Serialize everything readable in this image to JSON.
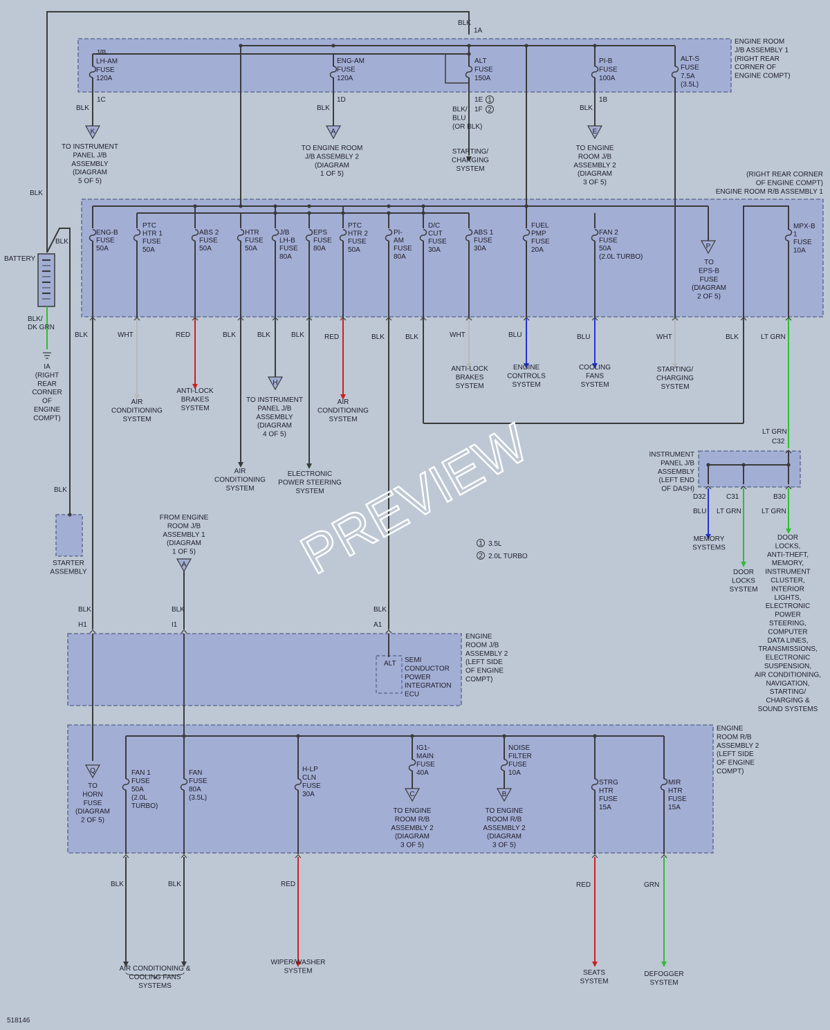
{
  "diagram_id": "518146",
  "watermark": "PREVIEW",
  "colors": {
    "background": "#bdc8d4",
    "box_fill": "#a3aed4",
    "wire_black": "#3a3a3a",
    "wire_red": "#cc2020",
    "wire_blue": "#2233cc",
    "wire_green": "#33bb33",
    "wire_gray": "#b8b8b8"
  },
  "legend": [
    {
      "num": "1",
      "text": "3.5L"
    },
    {
      "num": "2",
      "text": "2.0L TURBO"
    }
  ],
  "battery": {
    "label": "BATTERY",
    "top_wire": "BLK",
    "bottom_wire": [
      "BLK/",
      "DK GRN"
    ],
    "ground": [
      "IA",
      "(RIGHT",
      "REAR",
      "CORNER",
      "OF",
      "ENGINE",
      "COMPT)"
    ]
  },
  "starter": {
    "label": [
      "STARTER",
      "ASSEMBLY"
    ],
    "wire": "BLK"
  },
  "left_wire": "BLK",
  "jb1": {
    "title": [
      "ENGINE ROOM",
      "J/B ASSEMBLY 1",
      "(RIGHT REAR",
      "CORNER OF",
      "ENGINE COMPT)"
    ],
    "top_connector": "1A",
    "top_wire": "BLK",
    "fuses": [
      {
        "id": "jlh",
        "lines": [
          "J/B",
          "LH-AM",
          "FUSE",
          "120A"
        ]
      },
      {
        "id": "engam",
        "lines": [
          "ENG-AM",
          "FUSE",
          "120A"
        ]
      },
      {
        "id": "alt",
        "lines": [
          "ALT",
          "FUSE",
          "150A"
        ]
      },
      {
        "id": "pib",
        "lines": [
          "PI-B",
          "FUSE",
          "100A"
        ]
      },
      {
        "id": "alts",
        "lines": [
          "ALT-S",
          "FUSE",
          "7.5A",
          "(3.5L)"
        ]
      }
    ],
    "outputs": [
      {
        "connector": "1C",
        "wire": "BLK",
        "ref": "K",
        "dest": [
          "TO INSTRUMENT",
          "PANEL J/B",
          "ASSEMBLY",
          "(DIAGRAM",
          "5 OF 5)"
        ]
      },
      {
        "connector": "1D",
        "wire": "BLK",
        "ref": "A",
        "dest": [
          "TO ENGINE ROOM",
          "J/B ASSEMBLY 2",
          "(DIAGRAM",
          "1 OF 5)"
        ]
      },
      {
        "connector": "1E",
        "connector2": "1F",
        "wire": [
          "BLK/",
          "BLU",
          "(OR BLK)"
        ],
        "dest": [
          "STARTING/",
          "CHARGING",
          "SYSTEM"
        ]
      },
      {
        "connector": "1B",
        "wire": "BLK",
        "ref": "E",
        "dest": [
          "TO ENGINE",
          "ROOM J/B",
          "ASSEMBLY 2",
          "(DIAGRAM",
          "3 OF 5)"
        ]
      }
    ]
  },
  "rb1": {
    "title": [
      "(RIGHT REAR CORNER",
      "OF ENGINE COMPT)",
      "ENGINE ROOM R/B ASSEMBLY 1"
    ],
    "fuses": [
      {
        "id": "engb",
        "lines": [
          "ENG-B",
          "FUSE",
          "50A"
        ]
      },
      {
        "id": "ptc1",
        "lines": [
          "PTC",
          "HTR 1",
          "FUSE",
          "50A"
        ]
      },
      {
        "id": "abs2",
        "lines": [
          "ABS 2",
          "FUSE",
          "50A"
        ]
      },
      {
        "id": "htr",
        "lines": [
          "HTR",
          "FUSE",
          "50A"
        ]
      },
      {
        "id": "jlhb",
        "lines": [
          "J/B",
          "LH-B",
          "FUSE",
          "80A"
        ]
      },
      {
        "id": "eps",
        "lines": [
          "EPS",
          "FUSE",
          "80A"
        ]
      },
      {
        "id": "ptc2",
        "lines": [
          "PTC",
          "HTR 2",
          "FUSE",
          "50A"
        ]
      },
      {
        "id": "piam",
        "lines": [
          "PI-",
          "AM",
          "FUSE",
          "80A"
        ]
      },
      {
        "id": "dccut",
        "lines": [
          "D/C",
          "CUT",
          "FUSE",
          "30A"
        ]
      },
      {
        "id": "abs1",
        "lines": [
          "ABS 1",
          "FUSE",
          "30A"
        ]
      },
      {
        "id": "fuelpmp",
        "lines": [
          "FUEL",
          "PMP",
          "FUSE",
          "20A"
        ]
      },
      {
        "id": "fan2",
        "lines": [
          "FAN 2",
          "FUSE",
          "50A",
          "(2.0L TURBO)"
        ]
      },
      {
        "id": "mpxb1",
        "lines": [
          "MPX-B",
          "1",
          "FUSE",
          "10A"
        ]
      }
    ],
    "epsb_ref": {
      "ref": "P",
      "lines": [
        "TO",
        "EPS-B",
        "FUSE",
        "(DIAGRAM",
        "2 OF 5)"
      ]
    },
    "outputs": [
      {
        "wire": "BLK"
      },
      {
        "wire": "WHT",
        "dest": [
          "AIR",
          "CONDITIONING",
          "SYSTEM"
        ]
      },
      {
        "wire": "RED",
        "dest": [
          "ANTI-LOCK",
          "BRAKES",
          "SYSTEM"
        ]
      },
      {
        "wire": "BLK",
        "dest": [
          "AIR",
          "CONDITIONING",
          "SYSTEM"
        ]
      },
      {
        "wire": "BLK",
        "ref": "H",
        "dest": [
          "TO INSTRUMENT",
          "PANEL J/B",
          "ASSEMBLY",
          "(DIAGRAM",
          "4 OF 5)"
        ]
      },
      {
        "wire": "BLK",
        "dest": [
          "ELECTRONIC",
          "POWER STEERING",
          "SYSTEM"
        ]
      },
      {
        "wire": "RED",
        "dest": [
          "AIR",
          "CONDITIONING",
          "SYSTEM"
        ]
      },
      {
        "wire": "BLK"
      },
      {
        "wire": "BLK"
      },
      {
        "wire": "WHT",
        "dest": [
          "ANTI-LOCK",
          "BRAKES",
          "SYSTEM"
        ]
      },
      {
        "wire": "BLU",
        "dest": [
          "ENGINE",
          "CONTROLS",
          "SYSTEM"
        ]
      },
      {
        "wire": "BLU",
        "dest": [
          "COOLING",
          "FANS",
          "SYSTEM"
        ]
      },
      {
        "wire": "WHT",
        "dest": [
          "STARTING/",
          "CHARGING",
          "SYSTEM"
        ]
      },
      {
        "wire": "BLK"
      },
      {
        "wire": "LT GRN"
      }
    ]
  },
  "ipjb": {
    "title": [
      "INSTRUMENT",
      "PANEL J/B",
      "ASSEMBLY",
      "(LEFT END",
      "OF DASH)"
    ],
    "input": {
      "wire": "LT GRN",
      "connector": "C32"
    },
    "outputs": [
      {
        "connector": "D32",
        "wire": "BLU",
        "dest": [
          "MEMORY",
          "SYSTEMS"
        ]
      },
      {
        "connector": "C31",
        "wire": "LT GRN",
        "dest": [
          "DOOR",
          "LOCKS",
          "SYSTEM"
        ]
      },
      {
        "connector": "B30",
        "wire": "LT GRN",
        "dest": [
          "DOOR",
          "LOCKS,",
          "ANTI-THEFT,",
          "MEMORY,",
          "INSTRUMENT",
          "CLUSTER,",
          "INTERIOR",
          "LIGHTS,",
          "ELECTRONIC",
          "POWER",
          "STEERING,",
          "COMPUTER",
          "DATA LINES,",
          "TRANSMISSIONS,",
          "ELECTRONIC",
          "SUSPENSION,",
          "AIR CONDITIONING,",
          "NAVIGATION,",
          "STARTING/",
          "CHARGING &",
          "SOUND SYSTEMS"
        ]
      }
    ]
  },
  "from_jb1": {
    "ref": "A",
    "lines": [
      "FROM ENGINE",
      "ROOM J/B",
      "ASSEMBLY 1",
      "(DIAGRAM",
      "1 OF 5)"
    ]
  },
  "jb2": {
    "title": [
      "ENGINE",
      "ROOM J/B",
      "ASSEMBLY 2",
      "(LEFT SIDE",
      "OF ENGINE",
      "COMPT)"
    ],
    "inputs": [
      {
        "connector": "H1",
        "wire": "BLK"
      },
      {
        "connector": "I1",
        "wire": "BLK"
      },
      {
        "connector": "A1",
        "wire": "BLK"
      }
    ],
    "ecu_tag": "ALT",
    "ecu": [
      "SEMI",
      "CONDUCTOR",
      "POWER",
      "INTEGRATION",
      "ECU"
    ]
  },
  "rb2": {
    "title": [
      "ENGINE",
      "ROOM R/B",
      "ASSEMBLY 2",
      "(LEFT SIDE",
      "OF ENGINE",
      "COMPT)"
    ],
    "horn_ref": {
      "ref": "Q",
      "lines": [
        "TO",
        "HORN",
        "FUSE",
        "(DIAGRAM",
        "2 OF 5)"
      ]
    },
    "fuses": [
      {
        "id": "fan1",
        "lines": [
          "FAN 1",
          "FUSE",
          "50A",
          "(2.0L",
          "TURBO)"
        ]
      },
      {
        "id": "fan",
        "lines": [
          "FAN",
          "FUSE",
          "80A",
          "(3.5L)"
        ]
      },
      {
        "id": "hlp",
        "lines": [
          "H-LP",
          "CLN",
          "FUSE",
          "30A"
        ]
      },
      {
        "id": "ig1",
        "lines": [
          "IG1-",
          "MAIN",
          "FUSE",
          "40A"
        ]
      },
      {
        "id": "noise",
        "lines": [
          "NOISE",
          "FILTER",
          "FUSE",
          "10A"
        ]
      },
      {
        "id": "strg",
        "lines": [
          "STRG",
          "HTR",
          "FUSE",
          "15A"
        ]
      },
      {
        "id": "mir",
        "lines": [
          "MIR",
          "HTR",
          "FUSE",
          "15A"
        ]
      }
    ],
    "refs": [
      {
        "ref": "C",
        "lines": [
          "TO ENGINE",
          "ROOM R/B",
          "ASSEMBLY 2",
          "(DIAGRAM",
          "3 OF 5)"
        ]
      },
      {
        "ref": "B",
        "lines": [
          "TO ENGINE",
          "ROOM R/B",
          "ASSEMBLY 2",
          "(DIAGRAM",
          "3 OF 5)"
        ]
      }
    ],
    "outputs": [
      {
        "wire": "BLK"
      },
      {
        "wire": "BLK",
        "dest": [
          "AIR CONDITIONING &",
          "COOLING FANS",
          "SYSTEMS"
        ]
      },
      {
        "wire": "RED",
        "dest": [
          "WIPER/WASHER",
          "SYSTEM"
        ]
      },
      {
        "wire": "RED",
        "dest": [
          "SEATS",
          "SYSTEM"
        ]
      },
      {
        "wire": "GRN",
        "dest": [
          "DEFOGGER",
          "SYSTEM"
        ]
      }
    ]
  }
}
